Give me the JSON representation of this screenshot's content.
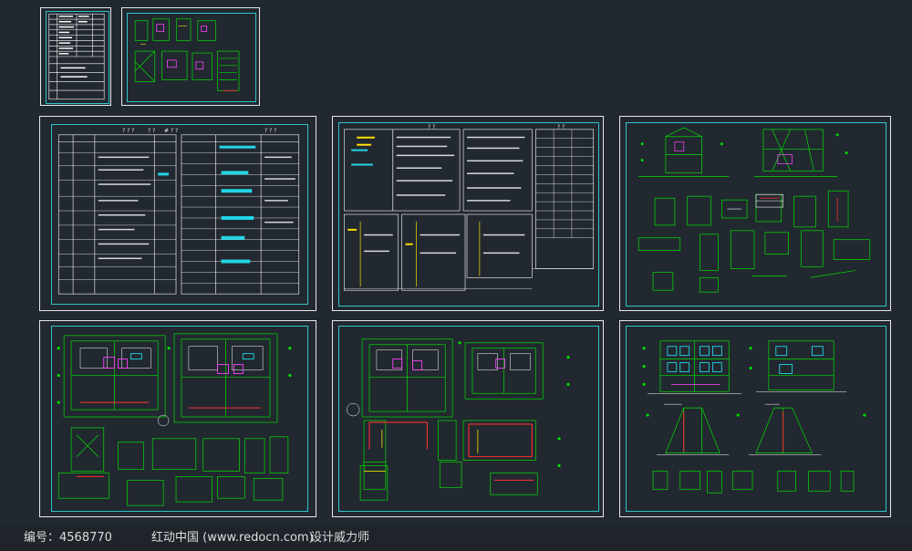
{
  "viewer": {
    "background": "#222830",
    "sheet_border_color": "#e8e8e8",
    "frame_color": "#2ec4c9",
    "line_color_main": "#00e000",
    "line_color_white": "#ffffff",
    "line_color_accent": "#ff44ff",
    "line_color_red": "#ff3030",
    "line_color_yellow": "#ffe000",
    "line_color_cyan": "#22d6e6"
  },
  "sheets": [
    {
      "id": "title-page",
      "kind": "table"
    },
    {
      "id": "small-details",
      "kind": "drawing"
    },
    {
      "id": "design-notes-1",
      "kind": "table",
      "headings": [
        "? ? ?",
        "? ?",
        "# ? ?",
        "? ? ?"
      ]
    },
    {
      "id": "design-notes-2",
      "kind": "table",
      "headings": [
        "? ?",
        "? ?"
      ]
    },
    {
      "id": "sections-details",
      "kind": "drawing"
    },
    {
      "id": "floor-plans-1",
      "kind": "drawing"
    },
    {
      "id": "floor-plans-2",
      "kind": "drawing"
    },
    {
      "id": "elevations",
      "kind": "drawing"
    }
  ],
  "footer": {
    "id_label": "编号：4568770",
    "site": "红动中国 (www.redocn.com)",
    "author": "设计威力师"
  }
}
